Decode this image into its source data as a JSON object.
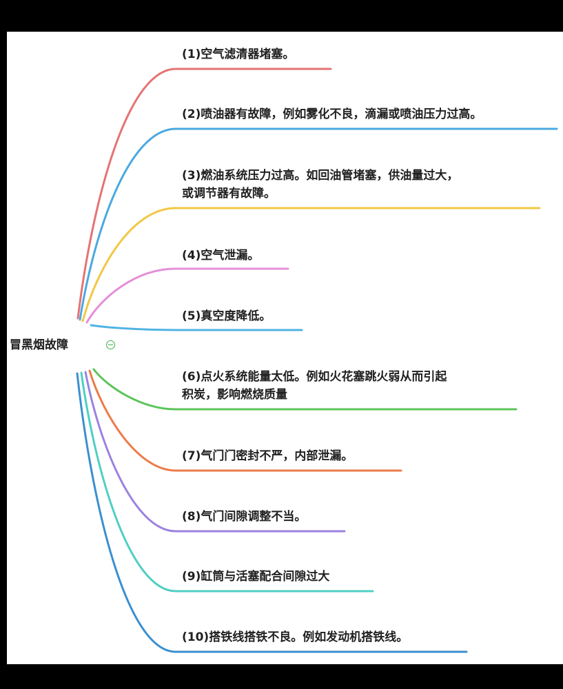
{
  "root": {
    "label": "冒黑烟故障",
    "collapse_icon": "minus-circle-icon"
  },
  "branches": [
    {
      "id": "b1",
      "lines": [
        "(1)空气滤清器堵塞。"
      ],
      "color": "#e57373"
    },
    {
      "id": "b2",
      "lines": [
        "(2)喷油器有故障，例如雾化不良，滴漏或喷油压力过高。"
      ],
      "color": "#4aa8e0"
    },
    {
      "id": "b3",
      "lines": [
        "(3)燃油系统压力过高。如回油管堵塞，供油量过大，",
        "或调节器有故障。"
      ],
      "color": "#f2c744"
    },
    {
      "id": "b4",
      "lines": [
        "(4)空气泄漏。"
      ],
      "color": "#e58ed8"
    },
    {
      "id": "b5",
      "lines": [
        "(5)真空度降低。"
      ],
      "color": "#4fb3e3"
    },
    {
      "id": "b6",
      "lines": [
        "(6)点火系统能量太低。例如火花塞跳火弱从而引起",
        "积炭，影响燃烧质量"
      ],
      "color": "#5cc45a"
    },
    {
      "id": "b7",
      "lines": [
        "(7)气门门密封不严，内部泄漏。"
      ],
      "color": "#ec7b4a"
    },
    {
      "id": "b8",
      "lines": [
        "(8)气门间隙调整不当。"
      ],
      "color": "#9c82e0"
    },
    {
      "id": "b9",
      "lines": [
        "(9)缸筒与活塞配合间隙过大"
      ],
      "color": "#4fcfc3"
    },
    {
      "id": "b10",
      "lines": [
        "(10)搭铁线搭铁不良。例如发动机搭铁线。"
      ],
      "color": "#3a8fd0"
    }
  ]
}
